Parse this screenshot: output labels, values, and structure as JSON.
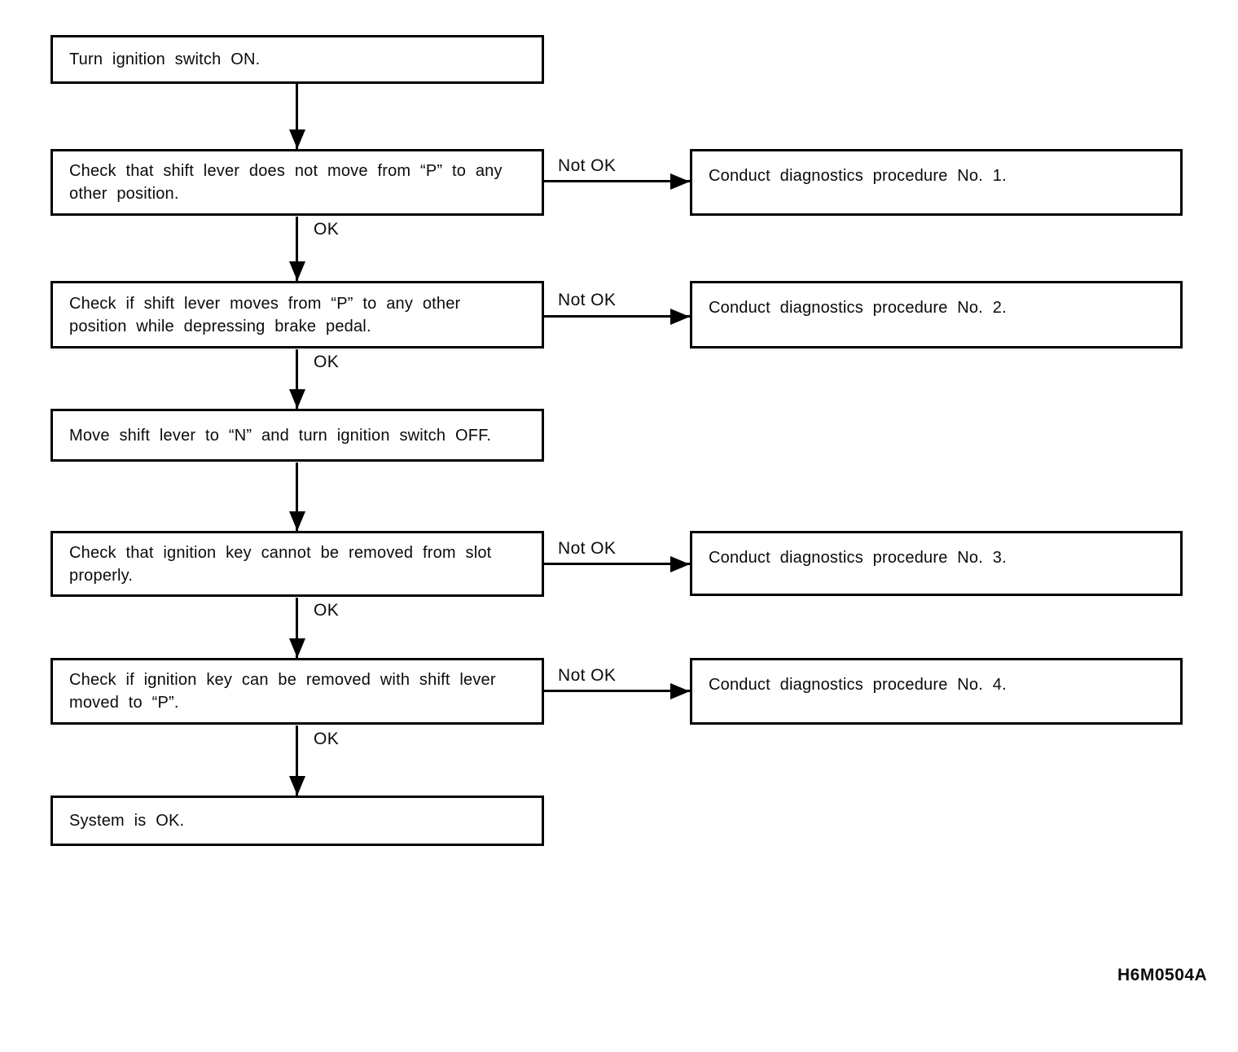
{
  "page": {
    "background_color": "#ffffff",
    "ink_color": "#000000"
  },
  "diagram": {
    "ok_label": "OK",
    "not_ok_label": "Not OK",
    "figure_code": "H6M0504A",
    "steps": [
      {
        "text": "Turn ignition switch ON."
      },
      {
        "text": "Check that shift lever does not move from “P” to any other position."
      },
      {
        "text": "Check if shift lever moves from “P” to any other position while depressing brake pedal."
      },
      {
        "text": "Move shift lever to “N” and turn ignition switch OFF."
      },
      {
        "text": "Check that ignition key cannot be removed from slot properly."
      },
      {
        "text": "Check if ignition key can be removed with shift lever moved to “P”."
      },
      {
        "text": "System is OK."
      }
    ],
    "procedures": [
      {
        "text": "Conduct diagnostics procedure No. 1."
      },
      {
        "text": "Conduct diagnostics procedure No. 2."
      },
      {
        "text": "Conduct diagnostics procedure No. 3."
      },
      {
        "text": "Conduct diagnostics procedure No. 4."
      }
    ]
  }
}
